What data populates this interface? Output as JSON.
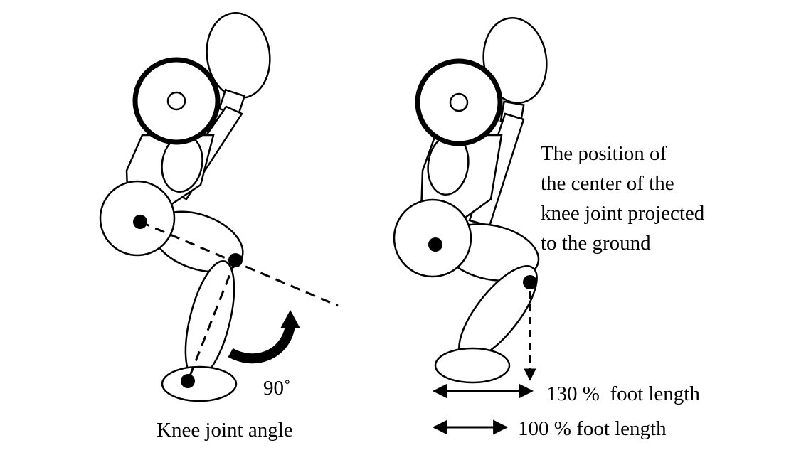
{
  "left_figure": {
    "caption": "Knee joint angle",
    "angle_label": "90˚"
  },
  "right_figure": {
    "annotation_lines": [
      "The position of",
      "the center of the",
      "knee joint projected",
      "to the ground"
    ],
    "measure_130": "130 %  foot length",
    "measure_100": "100 % foot length"
  },
  "colors": {
    "ink": "#000000",
    "paper": "#ffffff"
  }
}
